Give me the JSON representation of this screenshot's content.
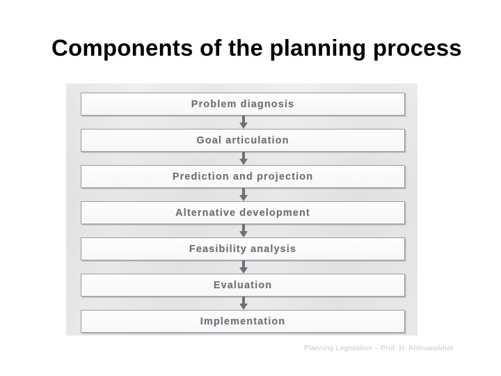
{
  "slide": {
    "title": "Components of the planning process",
    "footer_credit": "Planning Legislation  – Prof. H. Alshuwaikhat"
  },
  "diagram": {
    "type": "flowchart",
    "orientation": "vertical",
    "connector": "down-arrow",
    "steps": [
      {
        "index": 1,
        "label": "Problem diagnosis"
      },
      {
        "index": 2,
        "label": "Goal articulation"
      },
      {
        "index": 3,
        "label": "Prediction and projection"
      },
      {
        "index": 4,
        "label": "Alternative development"
      },
      {
        "index": 5,
        "label": "Feasibility analysis"
      },
      {
        "index": 6,
        "label": "Evaluation"
      },
      {
        "index": 7,
        "label": "Implementation"
      }
    ]
  },
  "colors": {
    "title_text": "#000000",
    "box_border": "#9a9aa2",
    "box_fill": "#fafafa",
    "box_label_text": "#6e6e77",
    "arrow": "#6f6f78",
    "scan_background": "#f6f6f6",
    "footer_text": "#c9c9cc",
    "slide_background": "#ffffff"
  }
}
